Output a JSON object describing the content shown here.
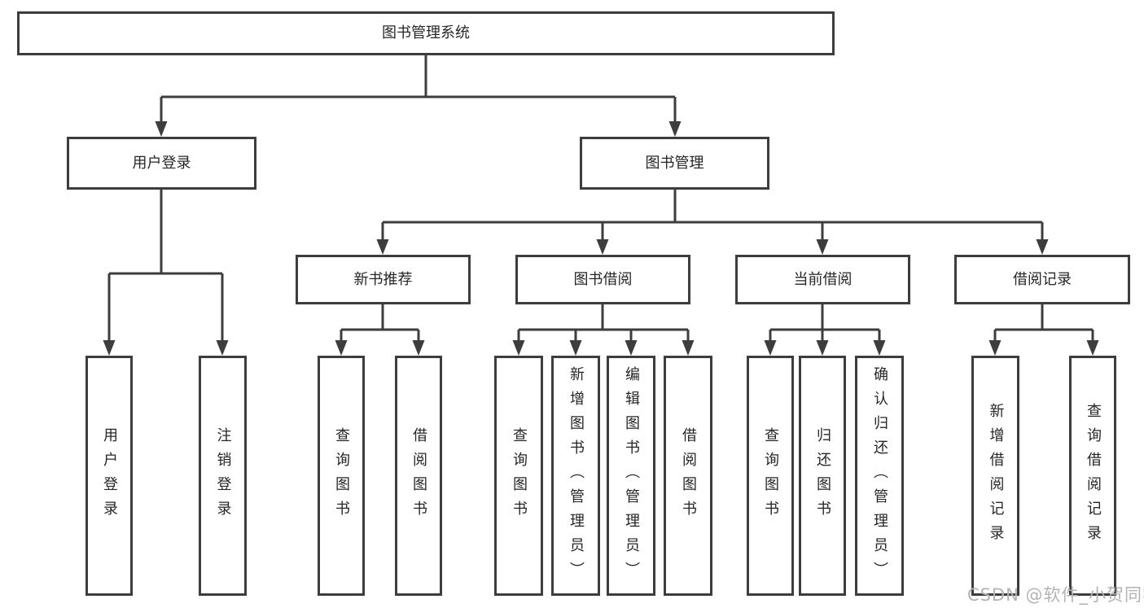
{
  "tree": {
    "root": {
      "label": "图书管理系统"
    },
    "branches": [
      {
        "label": "用户登录",
        "children": [
          {
            "label": "用户登录"
          },
          {
            "label": "注销登录"
          }
        ]
      },
      {
        "label": "图书管理",
        "children": [
          {
            "label": "新书推荐",
            "children": [
              {
                "label": "查询图书"
              },
              {
                "label": "借阅图书"
              }
            ]
          },
          {
            "label": "图书借阅",
            "children": [
              {
                "label": "查询图书"
              },
              {
                "label": "新增图书（管理员）"
              },
              {
                "label": "编辑图书（管理员）"
              },
              {
                "label": "借阅图书"
              }
            ]
          },
          {
            "label": "当前借阅",
            "children": [
              {
                "label": "查询图书"
              },
              {
                "label": "归还图书"
              },
              {
                "label": "确认归还（管理员）"
              }
            ]
          },
          {
            "label": "借阅记录",
            "children": [
              {
                "label": "新增借阅记录"
              },
              {
                "label": "查询借阅记录"
              }
            ]
          }
        ]
      }
    ]
  },
  "watermark": {
    "text": "CSDN @软件_小贺同学"
  },
  "colors": {
    "line": "#3d3d3d",
    "text": "#262626",
    "watermark": "#b3b3b3"
  }
}
